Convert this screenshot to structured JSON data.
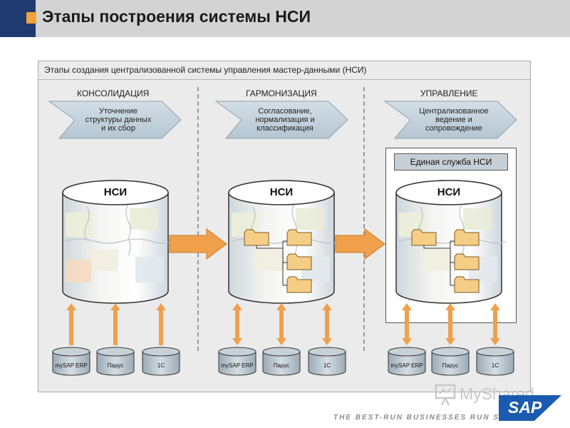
{
  "slide": {
    "title": "Этапы построения системы НСИ"
  },
  "diagram": {
    "caption": "Этапы создания централизованной системы управления мастер-данными (НСИ)",
    "stages": [
      {
        "title": "КОНСОЛИДАЦИЯ",
        "chevron_lines": [
          "Уточнение",
          "структуры данных",
          "и их сбор"
        ],
        "cylinder_label": "НСИ",
        "sources": [
          "mySAP ERP",
          "Парус",
          "1С"
        ],
        "connector": "up-arrow"
      },
      {
        "title": "ГАРМОНИЗАЦИЯ",
        "chevron_lines": [
          "Согласование,",
          "нормализация и",
          "классификация"
        ],
        "cylinder_label": "НСИ",
        "sources": [
          "mySAP ERP",
          "Парус",
          "1С"
        ],
        "connector": "double-arrow"
      },
      {
        "title": "УПРАВЛЕНИЕ",
        "chevron_lines": [
          "Централизованное",
          "ведение и",
          "сопровождение"
        ],
        "cylinder_label": "НСИ",
        "sources": [
          "mySAP ERP",
          "Парус",
          "1С"
        ],
        "connector": "double-arrow",
        "service_box": "Единая служба НСИ"
      }
    ]
  },
  "colors": {
    "header_bg": "#d3d3d3",
    "header_accent_dark": "#1e3a6e",
    "header_accent_orange": "#f0a23c",
    "panel_bg": "#ebebeb",
    "chevron_fill": "#c5d3dd",
    "arrow_orange": "#f0a04b",
    "folder_fill": "#f5cd85",
    "sap_blue": "#1a5bb0"
  },
  "footer": {
    "watermark": "MyShared",
    "tagline": "THE BEST-RUN BUSINESSES RUN SAP",
    "logo_text": "SAP"
  }
}
